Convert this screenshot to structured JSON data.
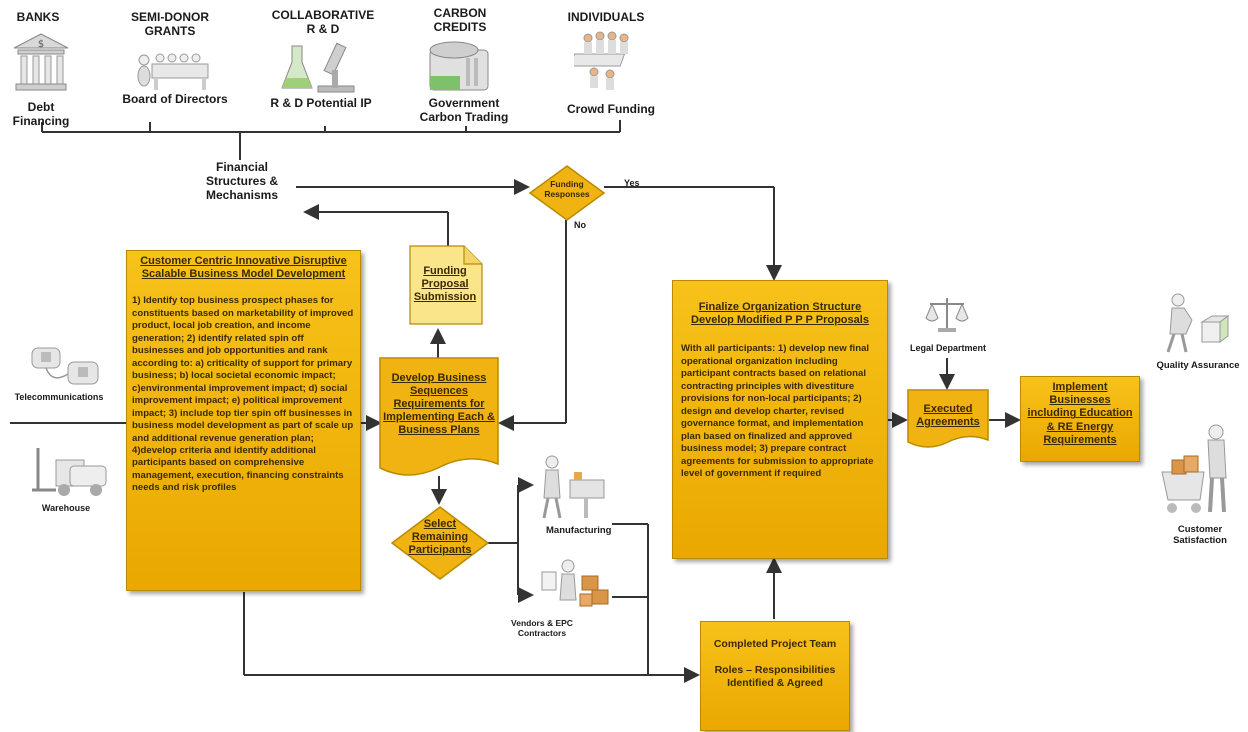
{
  "top_sources": [
    {
      "header": "BANKS",
      "caption": "Debt Financing",
      "icon": "bank-icon"
    },
    {
      "header": "SEMI-DONOR GRANTS",
      "caption": "Board of Directors",
      "icon": "boardroom-icon"
    },
    {
      "header": "COLLABORATIVE R & D",
      "caption": "R & D Potential IP",
      "icon": "lab-flask-icon"
    },
    {
      "header": "CARBON CREDITS",
      "caption": "Government Carbon Trading",
      "icon": "government-building-icon"
    },
    {
      "header": "INDIVIDUALS",
      "caption": "Crowd Funding",
      "icon": "crowd-icon"
    }
  ],
  "financial_structures": "Financial Structures & Mechanisms",
  "funding_responses": {
    "label": "Funding Responses",
    "yes": "Yes",
    "no": "No"
  },
  "funding_proposal": "Funding Proposal Submission",
  "customer_centric": {
    "title": "Customer Centric Innovative Disruptive Scalable Business Model Development",
    "body": "1) Identify top business prospect phases for constituents based on marketability of improved product, local job creation, and income generation; 2) identify related spin off businesses and job opportunities and rank according to: a) criticality of support for primary business; b) local societal economic impact; c)environmental improvement impact; d) social improvement impact; e) political improvement impact; 3) include top tier spin off businesses in business model development as part of scale up and additional revenue generation plan; 4)develop criteria and identify additional participants based on comprehensive management, execution, financing constraints needs and risk profiles"
  },
  "develop_sequences": "Develop Business Sequences Requirements for Implementing Each & Business Plans",
  "select_participants": "Select Remaining Participants",
  "manufacturing": "Manufacturing",
  "vendors": "Vendors & EPC Contractors",
  "completed_team": {
    "line1": "Completed Project Team",
    "line2": "Roles – Responsibilities Identified & Agreed"
  },
  "finalize_org": {
    "title": "Finalize Organization Structure Develop Modified P P P Proposals",
    "body": "With all participants: 1) develop new final operational organization including participant contracts based on relational contracting principles with divestiture provisions for non-local participants; 2) design and develop charter, revised governance format, and implementation plan based on finalized and approved business model; 3) prepare contract agreements for submission to appropriate level of government if required"
  },
  "legal_department": "Legal Department",
  "executed_agreements": "Executed Agreements",
  "implement_businesses": "Implement Businesses including Education & RE Energy Requirements",
  "quality_assurance": "Quality Assurance",
  "customer_satisfaction": "Customer Satisfaction",
  "telecommunications": "Telecommunications",
  "warehouse": "Warehouse",
  "colors": {
    "box_fill": "#f3b70f",
    "box_border": "#b98a00",
    "note_fill": "#fbe58a",
    "line": "#333333"
  }
}
